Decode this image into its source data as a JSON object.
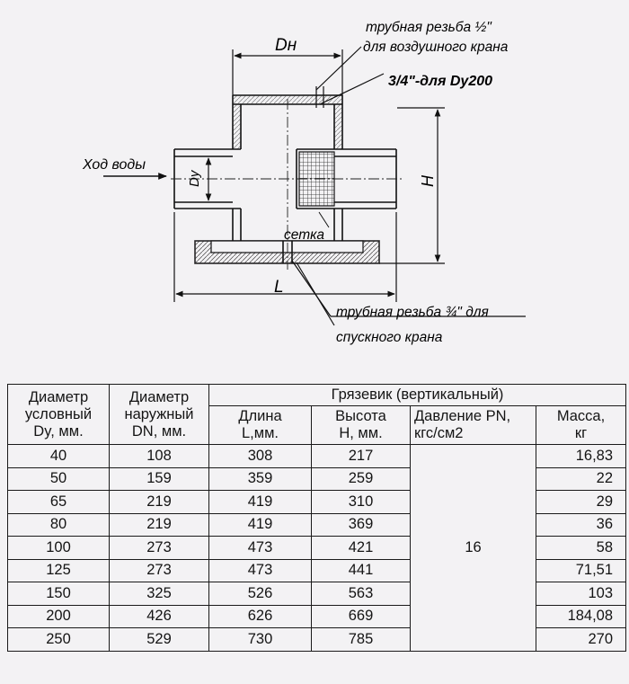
{
  "drawing": {
    "labels": {
      "dn": "Dн",
      "thread_air_line1": "трубная резьба ½\"",
      "thread_air_line2": "для воздушного крана",
      "dy200_note": "3/4\"-для Dy200",
      "water_flow": "Ход воды",
      "dy": "Dy",
      "h": "H",
      "mesh": "сетка",
      "l": "L",
      "thread_drain_line1": "трубная резьба ¾\" для",
      "thread_drain_line2": "спускного крана"
    }
  },
  "table": {
    "headers": {
      "dy": [
        "Диаметр",
        "условный",
        "Dy, мм."
      ],
      "dn": [
        "Диаметр",
        "наружный",
        "DN, мм."
      ],
      "group": "Грязевик (вертикальный)",
      "l": [
        "Длина",
        "L,мм."
      ],
      "h": [
        "Высота",
        "H, мм."
      ],
      "pn": [
        "Давление PN,",
        "кгс/см2"
      ],
      "mass": [
        "Масса,",
        "кг"
      ]
    },
    "pressure": "16",
    "rows": [
      {
        "dy": "40",
        "dn": "108",
        "l": "308",
        "h": "217",
        "mass": "16,83"
      },
      {
        "dy": "50",
        "dn": "159",
        "l": "359",
        "h": "259",
        "mass": "22"
      },
      {
        "dy": "65",
        "dn": "219",
        "l": "419",
        "h": "310",
        "mass": "29"
      },
      {
        "dy": "80",
        "dn": "219",
        "l": "419",
        "h": "369",
        "mass": "36"
      },
      {
        "dy": "100",
        "dn": "273",
        "l": "473",
        "h": "421",
        "mass": "58"
      },
      {
        "dy": "125",
        "dn": "273",
        "l": "473",
        "h": "441",
        "mass": "71,51"
      },
      {
        "dy": "150",
        "dn": "325",
        "l": "526",
        "h": "563",
        "mass": "103"
      },
      {
        "dy": "200",
        "dn": "426",
        "l": "626",
        "h": "669",
        "mass": "184,08"
      },
      {
        "dy": "250",
        "dn": "529",
        "l": "730",
        "h": "785",
        "mass": "270"
      }
    ]
  }
}
